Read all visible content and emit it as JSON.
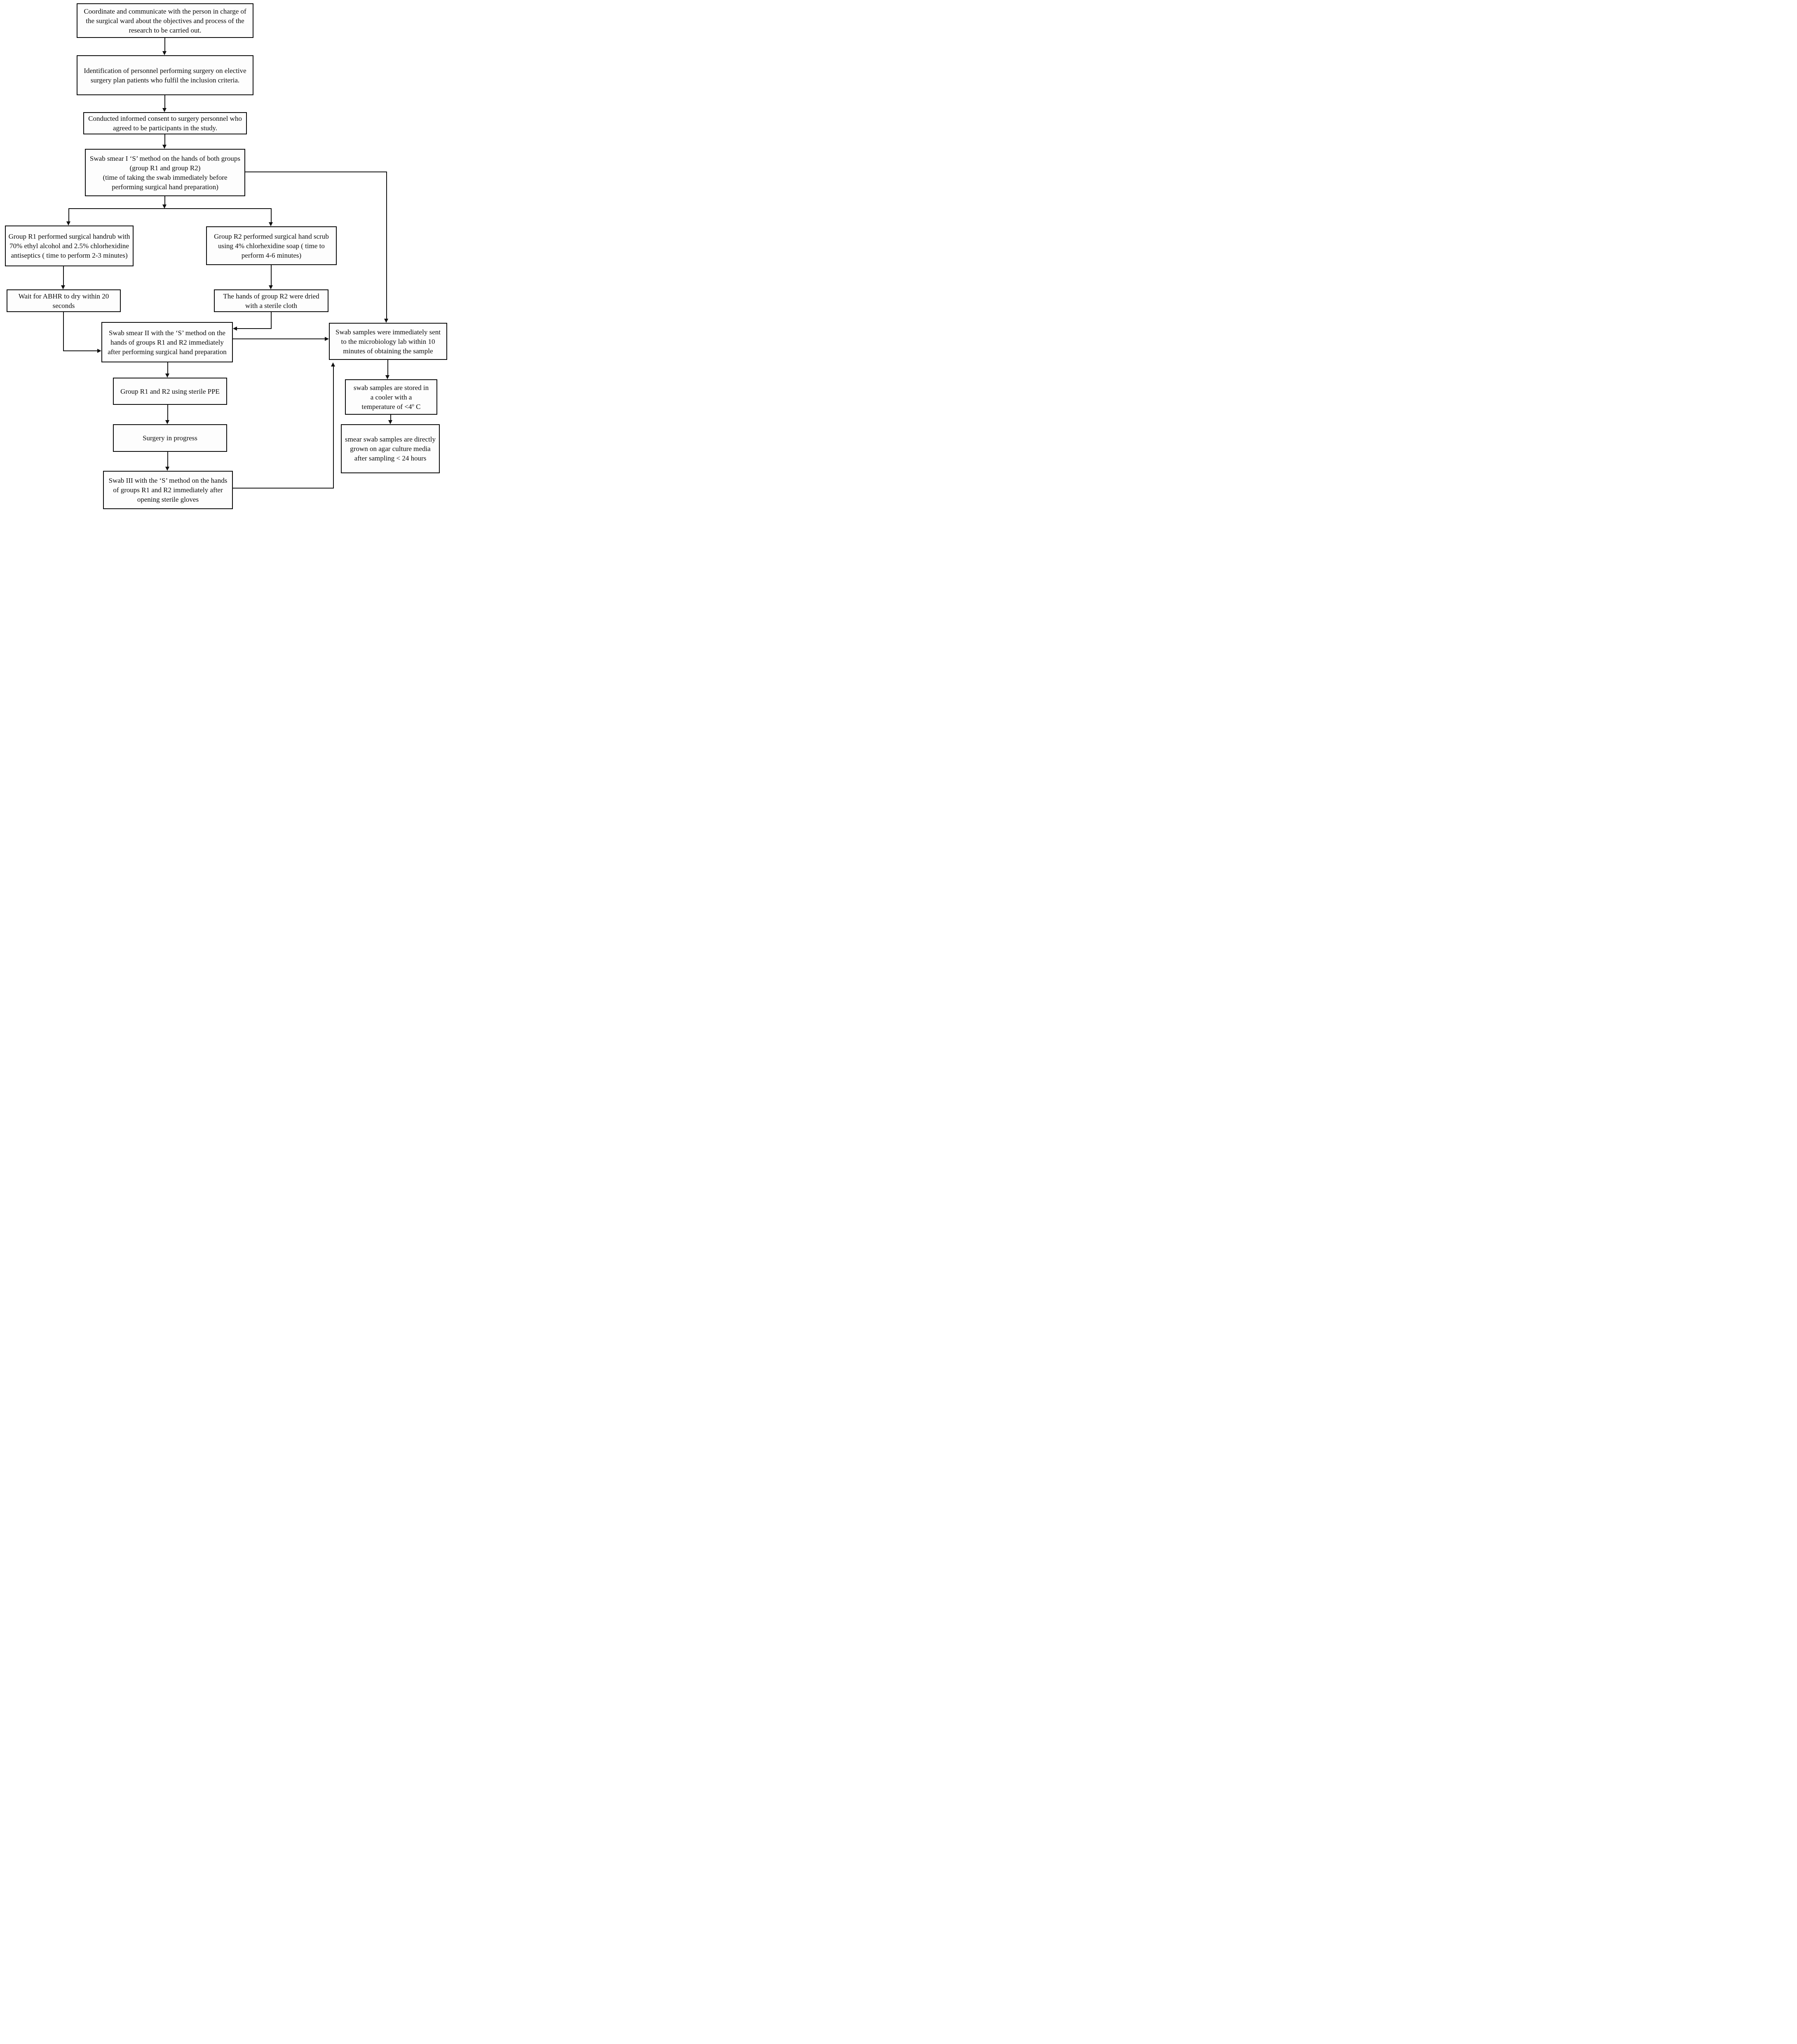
{
  "colors": {
    "background": "#ffffff",
    "box_border": "#0a0a0a",
    "line": "#111111",
    "text": "#0b0b0b"
  },
  "nodes": {
    "coordinate": {
      "text": "Coordinate and communicate with the person in charge of the surgical ward about the objectives and process of the research to be carried out."
    },
    "identification": {
      "text": "Identification of personnel performing surgery on elective surgery plan patients who fulfil the inclusion criteria."
    },
    "consent": {
      "text": "Conducted informed consent to surgery personnel who agreed to be participants in the study."
    },
    "swab1": {
      "line1": "Swab smear I ‘S’ method on the hands of both groups (group R1 and group R2)",
      "line2": "(time of taking the swab immediately before performing surgical hand preparation)"
    },
    "groupR1": {
      "text": "Group R1 performed surgical handrub with 70% ethyl alcohol and 2.5% chlorhexidine antiseptics ( time to perform 2-3 minutes)"
    },
    "groupR2": {
      "text": "Group R2 performed surgical hand scrub using 4% chlorhexidine soap ( time to perform 4-6 minutes)"
    },
    "wait_abhr": {
      "text": "Wait for ABHR to dry within 20 seconds"
    },
    "dried": {
      "text": "The hands of group R2 were dried with a sterile cloth"
    },
    "swab2": {
      "text": "Swab smear II with the ‘S’ method on the hands of groups R1 and R2 immediately after performing surgical hand preparation"
    },
    "samples_sent": {
      "text": "Swab samples were immediately sent to the microbiology lab within 10 minutes of obtaining the sample"
    },
    "ppe": {
      "text": "Group R1 and R2 using sterile PPE"
    },
    "stored": {
      "line1": "swab samples are stored in",
      "line2": "a cooler with a",
      "line3_prefix": "temperature of <4",
      "line3_sup": "o",
      "line3_suffix": " C"
    },
    "surgery": {
      "text": "Surgery in progress"
    },
    "agar": {
      "text": "smear swab samples are directly grown on agar culture media after sampling < 24 hours"
    },
    "swab3": {
      "text": "Swab III with the ‘S’ method on the hands of groups R1 and R2 immediately after opening sterile gloves"
    }
  }
}
